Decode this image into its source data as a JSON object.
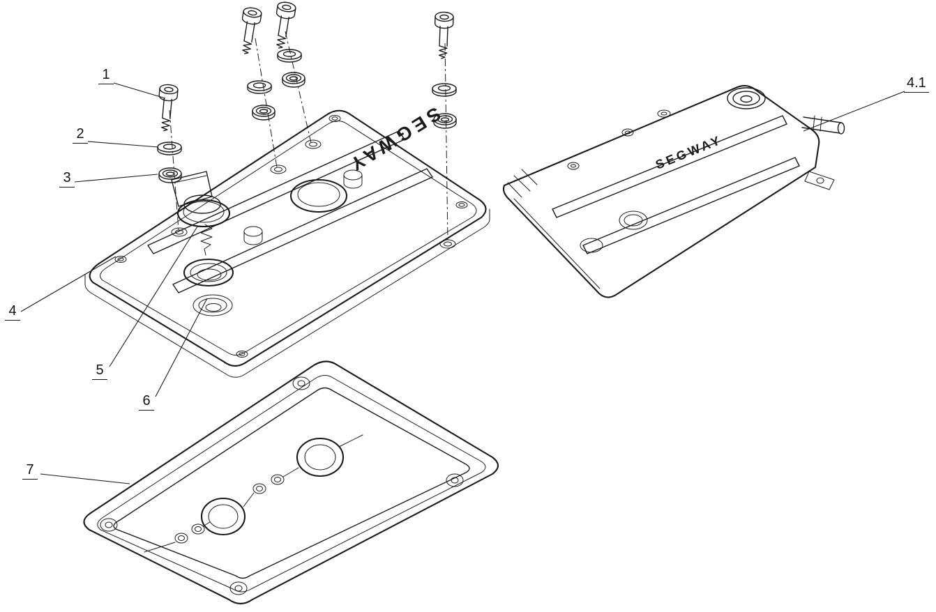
{
  "diagram": {
    "brand_text": "SEGWAY",
    "colors": {
      "line": "#1a1a1a",
      "background": "#ffffff"
    },
    "callouts": [
      {
        "label": "1"
      },
      {
        "label": "2"
      },
      {
        "label": "3"
      },
      {
        "label": "4"
      },
      {
        "label": "5"
      },
      {
        "label": "6"
      },
      {
        "label": "7"
      },
      {
        "label": "4.1"
      }
    ]
  }
}
